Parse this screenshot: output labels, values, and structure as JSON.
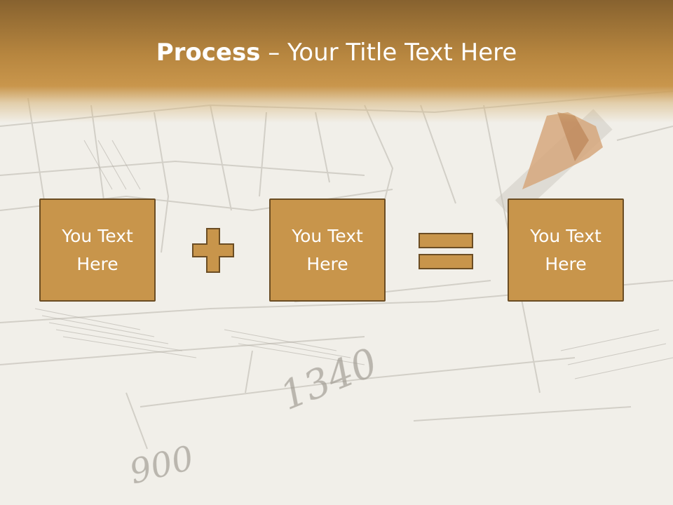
{
  "slide": {
    "title_bold": "Process",
    "title_rest": " – Your Title Text Here"
  },
  "process": {
    "boxes": [
      {
        "text": "You Text Here"
      },
      {
        "text": "You Text Here"
      },
      {
        "text": "You Text Here"
      }
    ],
    "operators": [
      "plus-icon",
      "equals-icon"
    ]
  },
  "background": {
    "sketch_numbers": [
      "1340",
      "900"
    ]
  },
  "colors": {
    "header_dark": "#87622f",
    "header_light": "#c9964c",
    "box_fill": "#c8954b",
    "box_border": "#6b4d24",
    "text": "#ffffff"
  }
}
